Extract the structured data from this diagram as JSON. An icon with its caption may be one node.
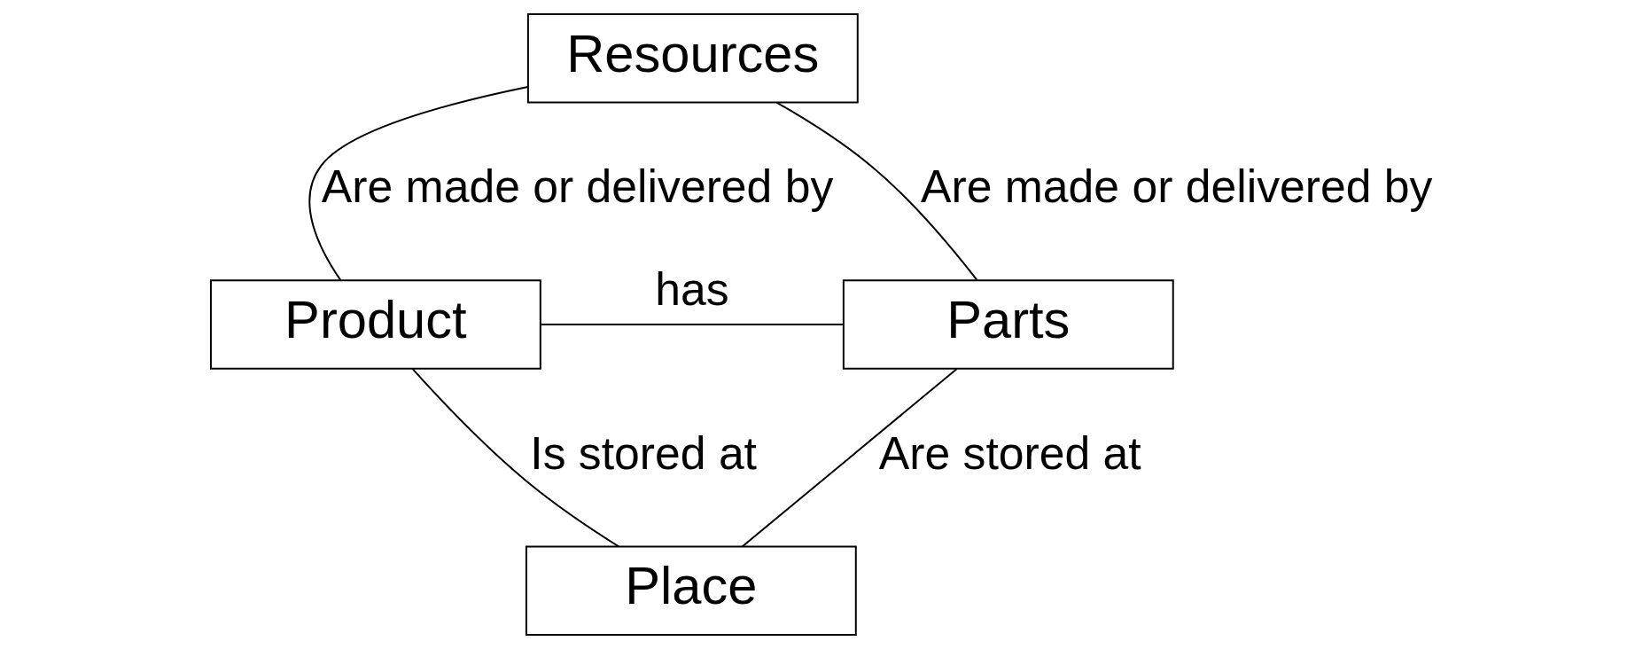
{
  "diagram": {
    "nodes": [
      {
        "text": [
          "Resources"
        ]
      },
      {
        "text": [
          "Product"
        ]
      },
      {
        "text": [
          "Parts"
        ]
      },
      {
        "text": [
          "Place"
        ]
      }
    ],
    "edges": [
      {
        "from": 0,
        "to": 1,
        "arrow": "none",
        "label": "Are made or delivered by"
      },
      {
        "from": 0,
        "to": 2,
        "arrow": "none",
        "label": "Are made or delivered by"
      },
      {
        "from": 1,
        "to": 2,
        "arrow": "none",
        "label": "has"
      },
      {
        "from": 1,
        "to": 3,
        "arrow": "none",
        "label": "Is stored at"
      },
      {
        "from": 2,
        "to": 3,
        "arrow": "none",
        "label": "Are stored at"
      }
    ]
  }
}
